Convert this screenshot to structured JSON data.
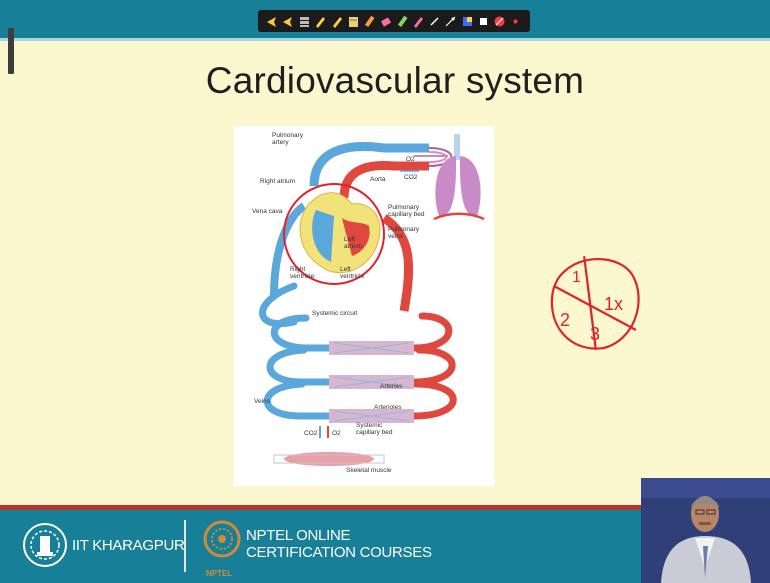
{
  "slide": {
    "title": "Cardiovascular system"
  },
  "toolbar": {
    "tools": [
      {
        "icon": "arrow-icon",
        "color": "#ffcc33"
      },
      {
        "icon": "arrow-icon",
        "color": "#ffcc33"
      },
      {
        "icon": "stack-icon",
        "color": "#bbbbbb"
      },
      {
        "icon": "pen-icon",
        "color": "#ffd23f"
      },
      {
        "icon": "pen-icon",
        "color": "#ffd23f"
      },
      {
        "icon": "notepad-icon",
        "color": "#e8d07a"
      },
      {
        "icon": "marker-icon",
        "color": "#ff9b3f"
      },
      {
        "icon": "eraser-icon",
        "color": "#ff6fa0"
      },
      {
        "icon": "highlighter-icon",
        "color": "#7ed957"
      },
      {
        "icon": "pen-icon",
        "color": "#ff6fa0"
      },
      {
        "icon": "pointer-icon",
        "color": "#ffffff"
      },
      {
        "icon": "line-icon",
        "color": "#ffffff"
      },
      {
        "icon": "color-palette-icon",
        "color": "#3d6bff"
      },
      {
        "icon": "square-icon",
        "color": "#ffffff"
      },
      {
        "icon": "stop-icon",
        "color": "#ff3b3b"
      },
      {
        "icon": "dot-icon",
        "color": "#ff3b3b"
      }
    ]
  },
  "diagram": {
    "labels": {
      "pulmonary_artery": "Pulmonary\nartery",
      "right_atrium": "Right atrium",
      "aorta": "Aorta",
      "vena_cava": "Vena cava",
      "left_atrium": "Left\natrium",
      "right_ventricle": "Right\nventricle",
      "left_ventricle": "Left\nventricle",
      "pulmonary_capillary_bed": "Pulmonary\ncapillary bed",
      "pulmonary_veins": "Pulmonary\nveins",
      "systemic_circuit": "Systemic circuit",
      "arteries": "Arteries",
      "veins": "Veins",
      "arterioles": "Arterioles",
      "systemic_capillary_bed": "Systemic\ncapillary bed",
      "skeletal_muscle": "Skeletal muscle",
      "o2": "O2",
      "co2": "CO2"
    }
  },
  "annotation": {
    "quadrants": [
      "1",
      "1x",
      "2",
      "3"
    ],
    "ink_color": "#e0222a"
  },
  "footer": {
    "institute": "IIT KHARAGPUR",
    "course_line1": "NPTEL ONLINE",
    "course_line2": "CERTIFICATION COURSES",
    "nptel_small": "NPTEL"
  },
  "colors": {
    "header": "#177f97",
    "slide_bg": "#fbf8d0",
    "footer_accent": "#b3352b"
  }
}
